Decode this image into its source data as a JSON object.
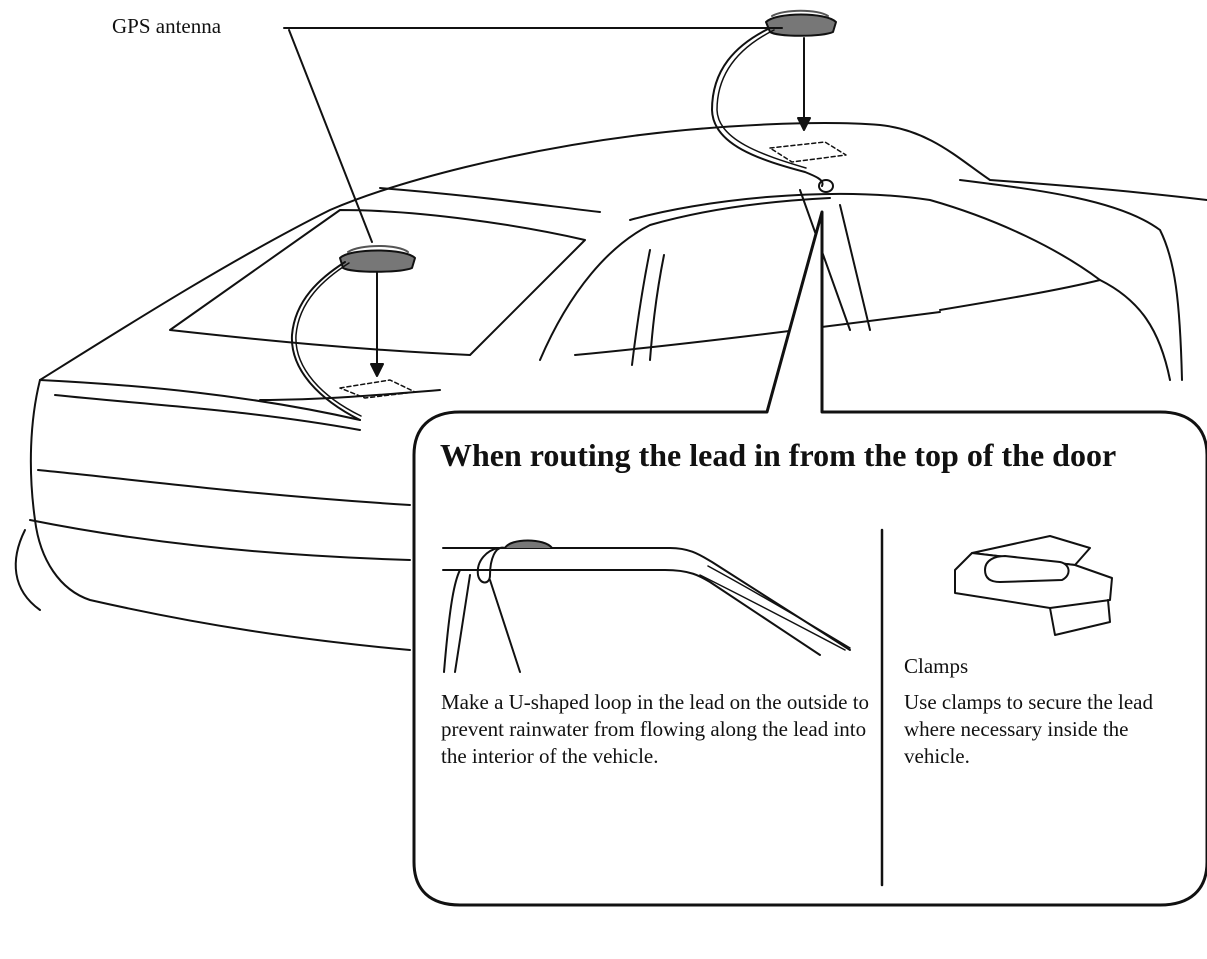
{
  "labels": {
    "gps_antenna": "GPS antenna"
  },
  "callout": {
    "heading": "When routing the lead in from the top of the door",
    "loop_note": "Make a U-shaped loop in the lead on the outside to prevent rainwater from flowing along the lead into the interior of the vehicle.",
    "clamps_title": "Clamps",
    "clamps_note": "Use clamps to secure the lead where necessary inside the vehicle."
  }
}
